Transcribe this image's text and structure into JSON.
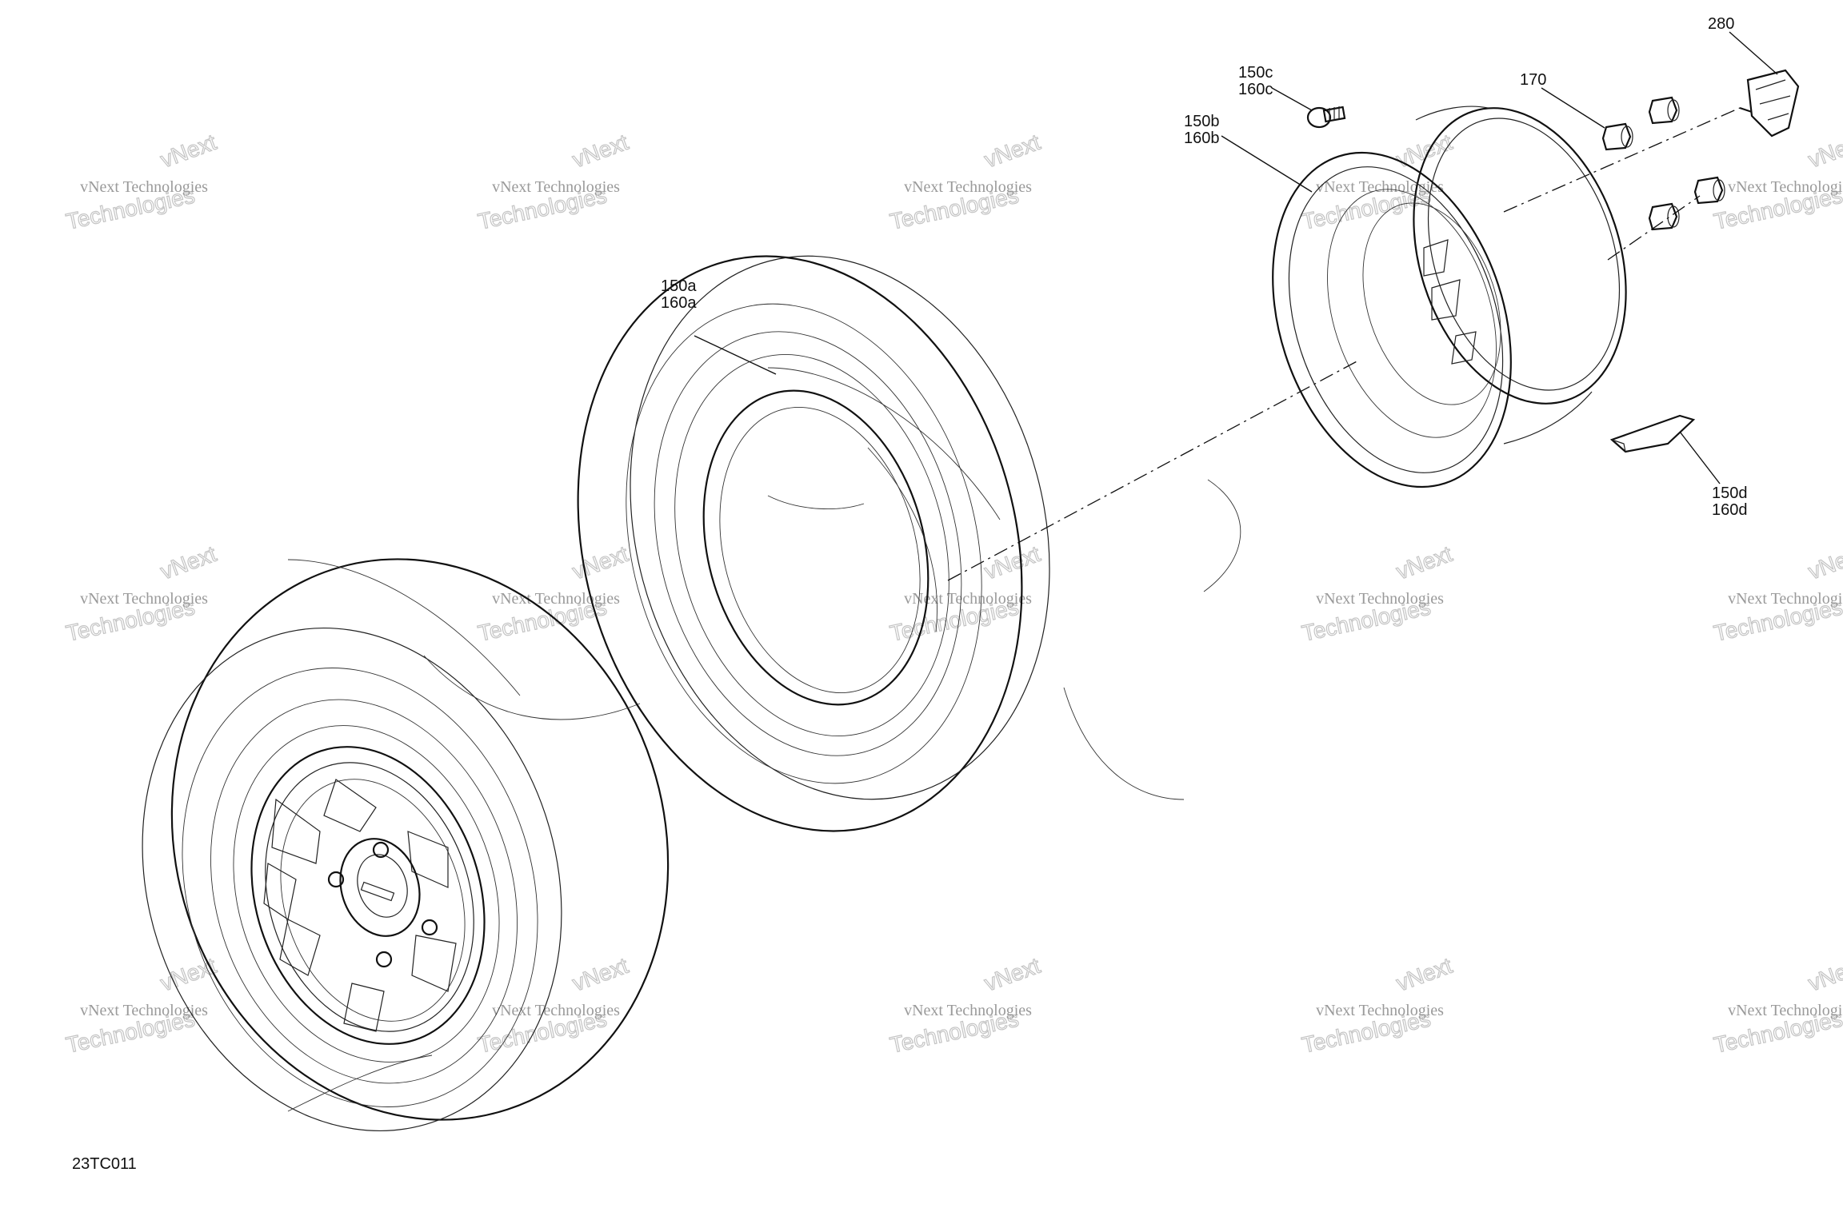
{
  "figure_code": "23TC011",
  "watermark": {
    "line1": "vNext Technologies",
    "line2": "Technologies",
    "arc": "vNext"
  },
  "callouts": [
    {
      "id": "280",
      "lines": [
        "280"
      ]
    },
    {
      "id": "170",
      "lines": [
        "170"
      ]
    },
    {
      "id": "150c",
      "lines": [
        "150c",
        "160c"
      ]
    },
    {
      "id": "150b",
      "lines": [
        "150b",
        "160b"
      ]
    },
    {
      "id": "150a",
      "lines": [
        "150a",
        "160a"
      ]
    },
    {
      "id": "150d",
      "lines": [
        "150d",
        "160d"
      ]
    }
  ],
  "parts": [
    "assembled-wheel-icon",
    "tire-icon",
    "rim-icon",
    "valve-stem-icon",
    "lug-nut-icon",
    "center-cap-icon",
    "wheel-weight-icon"
  ]
}
